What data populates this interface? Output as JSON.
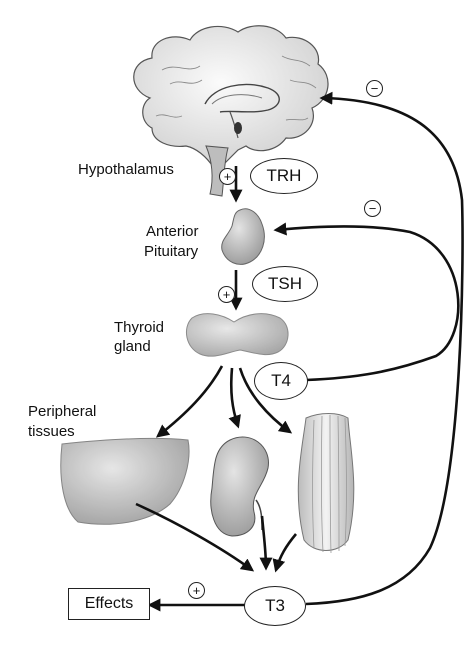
{
  "labels": {
    "hypothalamus": "Hypothalamus",
    "anterior_pituitary_line1": "Anterior",
    "anterior_pituitary_line2": "Pituitary",
    "thyroid_line1": "Thyroid",
    "thyroid_line2": "gland",
    "peripheral_line1": "Peripheral",
    "peripheral_line2": "tissues"
  },
  "hormones": {
    "trh": "TRH",
    "tsh": "TSH",
    "t4": "T4",
    "t3": "T3"
  },
  "effects_box": "Effects",
  "signs": {
    "positive": "+",
    "negative": "−"
  },
  "organs": [
    "brain",
    "pituitary",
    "thyroid",
    "liver",
    "kidney",
    "muscle"
  ]
}
